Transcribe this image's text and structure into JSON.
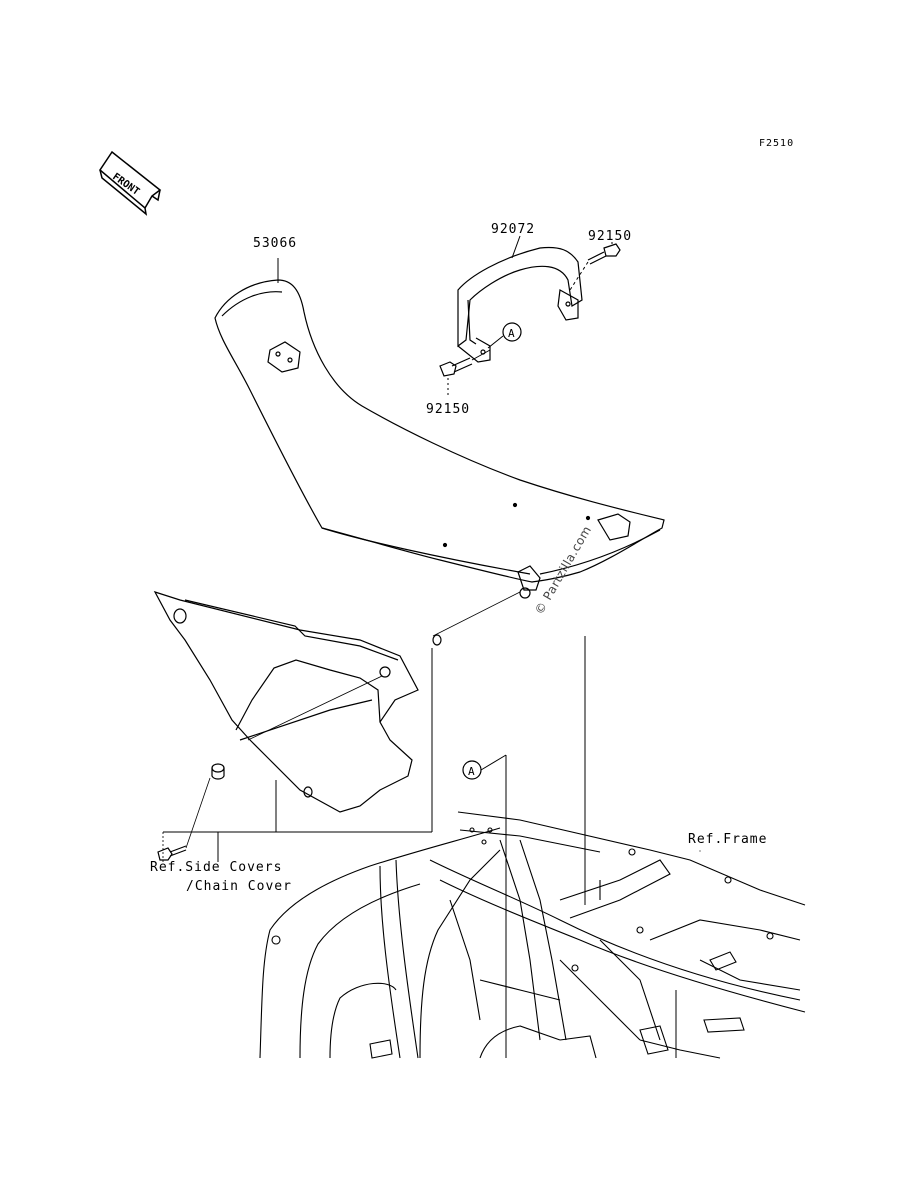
{
  "figure_code": "F2510",
  "front_label": "FRONT",
  "parts": [
    {
      "id": "seat",
      "number": "53066"
    },
    {
      "id": "grab-bar",
      "number": "92072"
    },
    {
      "id": "bolt-right",
      "number": "92150"
    },
    {
      "id": "bolt-left",
      "number": "92150"
    }
  ],
  "callouts": {
    "a1": "A",
    "a2": "A"
  },
  "refs": {
    "side_covers_line1": "Ref.Side Covers",
    "side_covers_line2": "/Chain Cover",
    "frame": "Ref.Frame"
  },
  "watermark": "© Partzilla.com"
}
